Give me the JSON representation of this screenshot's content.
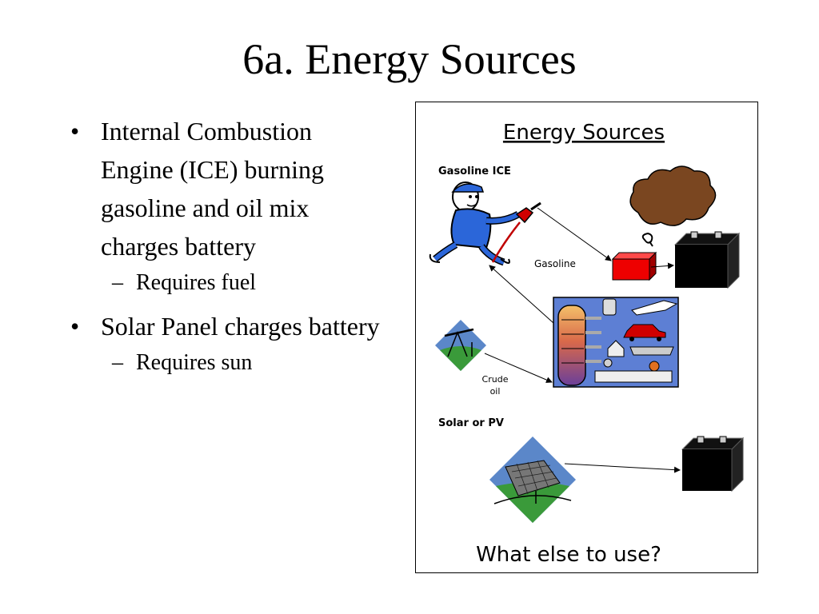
{
  "slide": {
    "title": "6a. Energy Sources"
  },
  "bullets": [
    {
      "text": "Internal Combustion Engine (ICE) burning gasoline and oil mix charges battery",
      "sub": "Requires fuel"
    },
    {
      "text": "Solar Panel charges battery",
      "sub": "Requires sun"
    }
  ],
  "diagram": {
    "title": "Energy Sources",
    "gasoline_heading": "Gasoline ICE",
    "gasoline_label": "Gasoline",
    "crude_label_1": "Crude",
    "crude_label_2": "oil",
    "solar_heading": "Solar or PV",
    "question": "What else to use?",
    "icons": [
      "gas-attendant-icon",
      "smoke-cloud-icon",
      "gas-can-icon",
      "battery-icon",
      "refinery-icon",
      "oil-well-icon",
      "solar-panel-icon"
    ]
  }
}
